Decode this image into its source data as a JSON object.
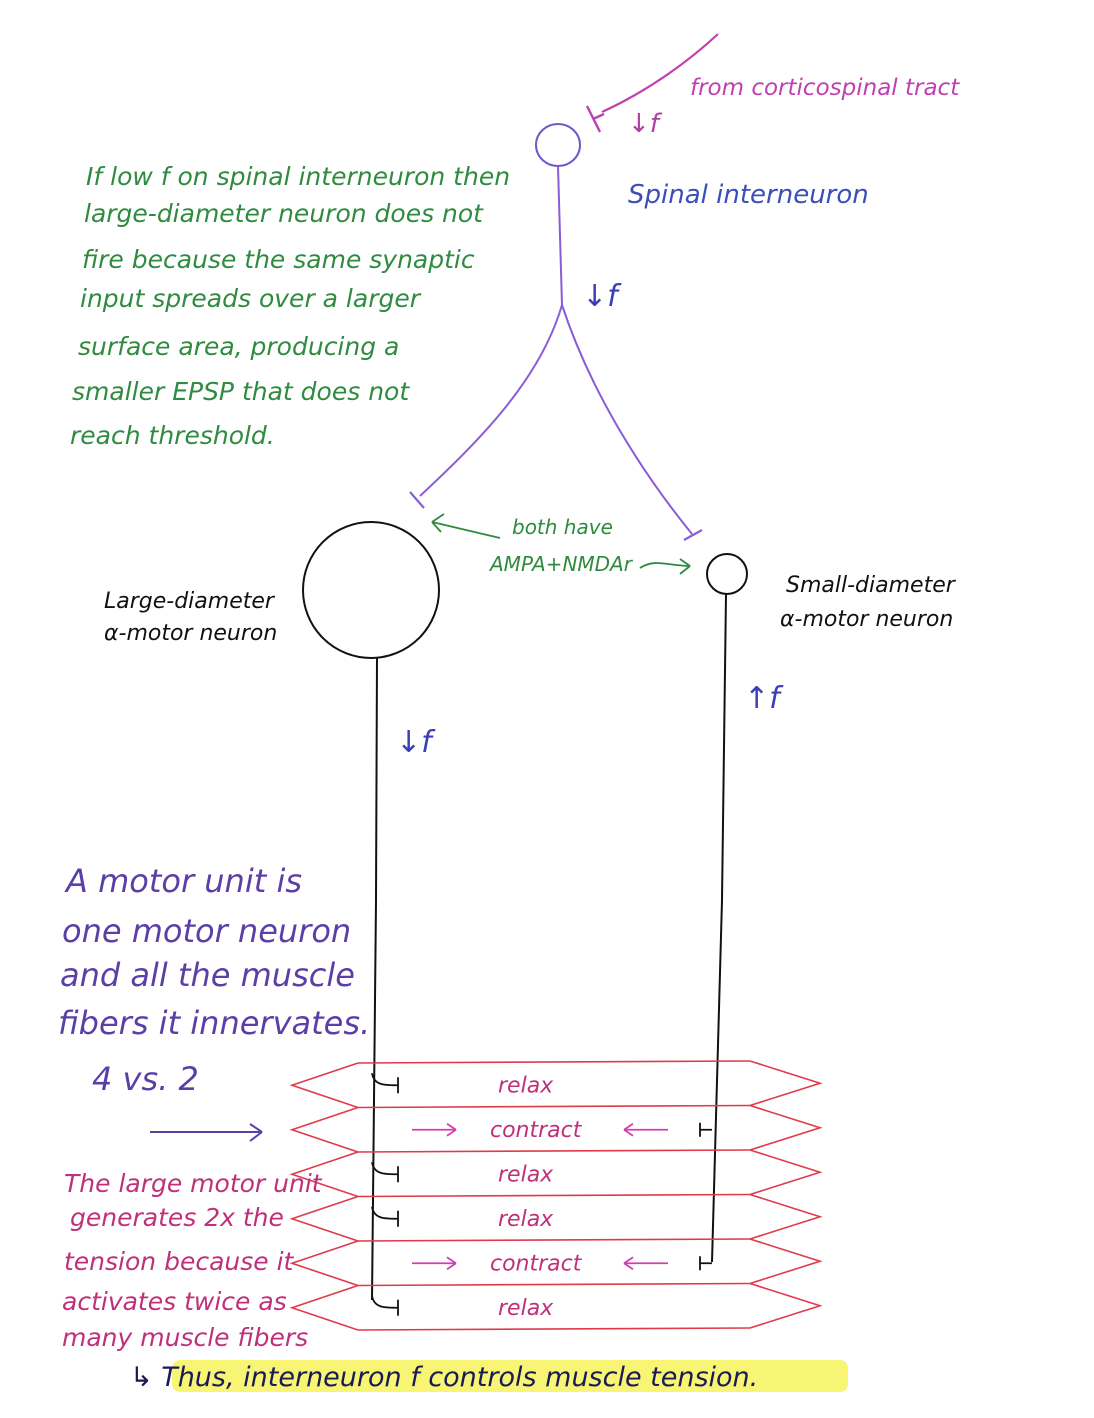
{
  "labels": {
    "from_tract": "from corticospinal tract",
    "tract_freq": "↓f",
    "interneuron": "Spinal interneuron",
    "interneuron_freq": "↓f",
    "large_neuron_line1": "Large-diameter",
    "large_neuron_line2": "α-motor neuron",
    "small_neuron_line1": "Small-diameter",
    "small_neuron_line2": "α-motor neuron",
    "large_freq": "↓f",
    "small_freq": "↑f",
    "both_have_line1": "both have",
    "both_have_line2": "AMPA+NMDAr"
  },
  "green_note": [
    "If low f on spinal interneuron then",
    "large-diameter neuron does not",
    "fire because the same synaptic",
    "input spreads over a larger",
    "surface area, producing a",
    "smaller EPSP that does not",
    "reach threshold."
  ],
  "purple_note": [
    "A motor unit is",
    "one motor neuron",
    "and all the muscle",
    "fibers it innervates."
  ],
  "comparison": "4 vs. 2",
  "magenta_note": [
    "The large motor unit",
    "generates 2x the",
    "tension because it",
    "activates twice as",
    "many muscle fibers"
  ],
  "conclusion": "↳ Thus, interneuron f controls muscle tension.",
  "fibers": [
    {
      "label": "relax",
      "contract": false
    },
    {
      "label": "contract",
      "contract": true
    },
    {
      "label": "relax",
      "contract": false
    },
    {
      "label": "relax",
      "contract": false
    },
    {
      "label": "contract",
      "contract": true
    },
    {
      "label": "relax",
      "contract": false
    }
  ],
  "colors": {
    "tract": "#c040b0",
    "interneuron": "#8a5cd6",
    "neuron": "#111111",
    "muscle": "#e03a4a",
    "highlight": "#f6f35a",
    "arrow_green": "#2e8b3f",
    "arrow_magenta": "#d040b0"
  }
}
